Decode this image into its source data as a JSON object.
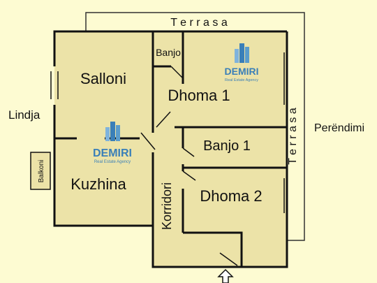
{
  "floorplan": {
    "outer_labels": {
      "terrasa_top": "T e r r a s a",
      "terrasa_right": "T e r r a s a",
      "lindja": "Lindja",
      "perendimi": "Perëndimi",
      "balkoni": "Balkoni"
    },
    "rooms": {
      "salloni": "Salloni",
      "kuzhina": "Kuzhina",
      "banjo_small": "Banjo",
      "dhoma1": "Dhoma 1",
      "banjo1": "Banjo 1",
      "dhoma2": "Dhoma 2",
      "korridori": "Korridori"
    },
    "watermark": {
      "brand": "DEMIRI",
      "tagline": "Real Estate Agency"
    },
    "colors": {
      "background": "#fdfbd2",
      "floor": "#ece3a8",
      "wall": "#111111",
      "terrace_line": "#333333",
      "logo_blue": "#3a7fb8",
      "logo_light": "#7fb3dc"
    },
    "entrance_icon": "up-arrow-icon"
  }
}
